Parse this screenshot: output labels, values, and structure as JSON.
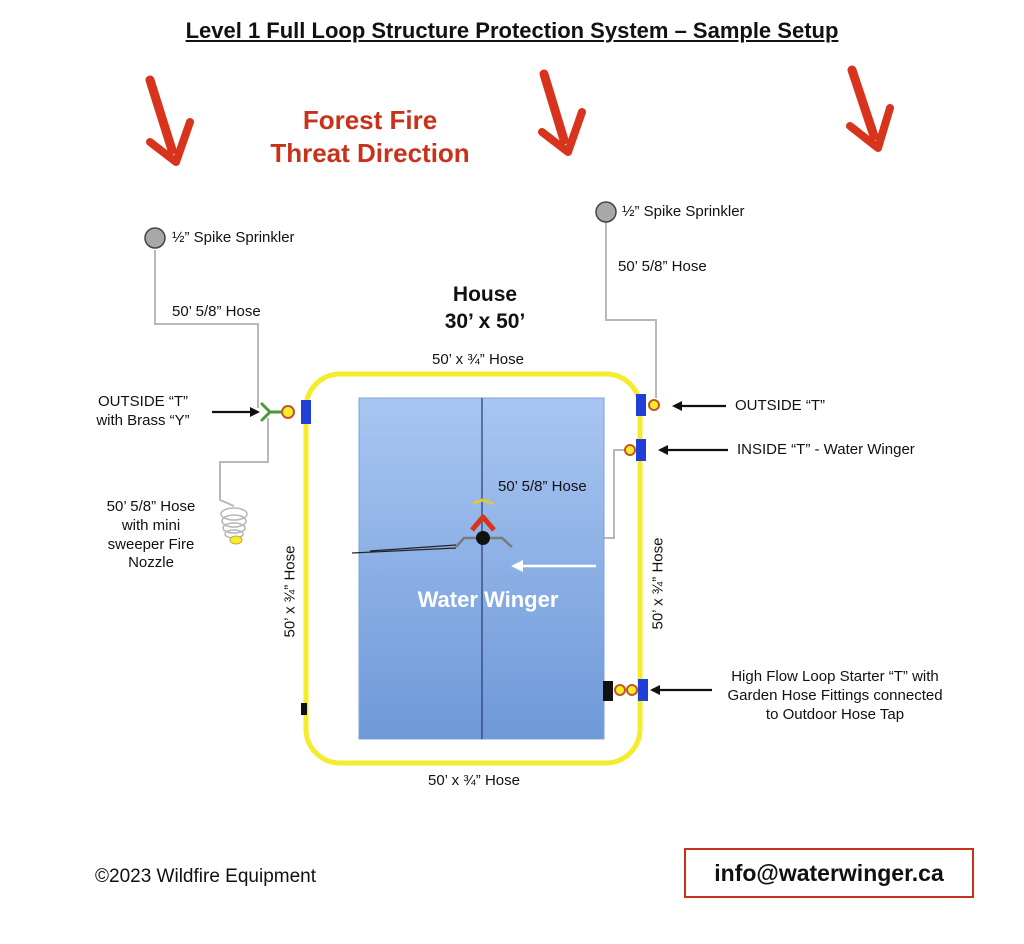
{
  "title": "Level 1 Full Loop Structure Protection System – Sample Setup",
  "threat": {
    "line1": "Forest Fire",
    "line2": "Threat Direction"
  },
  "house": {
    "label": "House",
    "size": "30’ x 50’",
    "device": "Water Winger"
  },
  "labels": {
    "left_sprinkler": "½” Spike Sprinkler",
    "right_sprinkler": "½” Spike Sprinkler",
    "left_hose_top": "50’ 5/8” Hose",
    "right_hose_top": "50’ 5/8” Hose",
    "top_loop": "50’ x ¾” Hose",
    "bottom_loop": "50’ x ¾” Hose",
    "left_loop": "50’ x ¾” Hose",
    "right_loop": "50’ x ¾” Hose",
    "outside_t_left_1": "OUTSIDE “T”",
    "outside_t_left_2": "with Brass “Y”",
    "outside_t_right": "OUTSIDE “T”",
    "inside_t_right": "INSIDE “T” - Water Winger",
    "winger_hose": "50’ 5/8” Hose",
    "nozzle_1": "50’ 5/8” Hose",
    "nozzle_2": "with mini",
    "nozzle_3": "sweeper Fire",
    "nozzle_4": "Nozzle",
    "starter_1": "High Flow Loop Starter “T” with",
    "starter_2": "Garden Hose Fittings connected",
    "starter_3": "to Outdoor Hose Tap"
  },
  "footer": {
    "copyright": "©2023 Wildfire Equipment",
    "email": "info@waterwinger.ca"
  },
  "colors": {
    "loop": "#f5ec2c",
    "arrow": "#d8331c",
    "connector": "#1f3fd6",
    "house_top": "#a9c6f2",
    "house_bottom": "#6e99d8"
  },
  "icons": [
    "down-arrow-icon",
    "sprinkler-head-icon",
    "tee-connector-icon",
    "brass-y-icon",
    "nozzle-coil-icon",
    "pointer-arrow-icon"
  ]
}
